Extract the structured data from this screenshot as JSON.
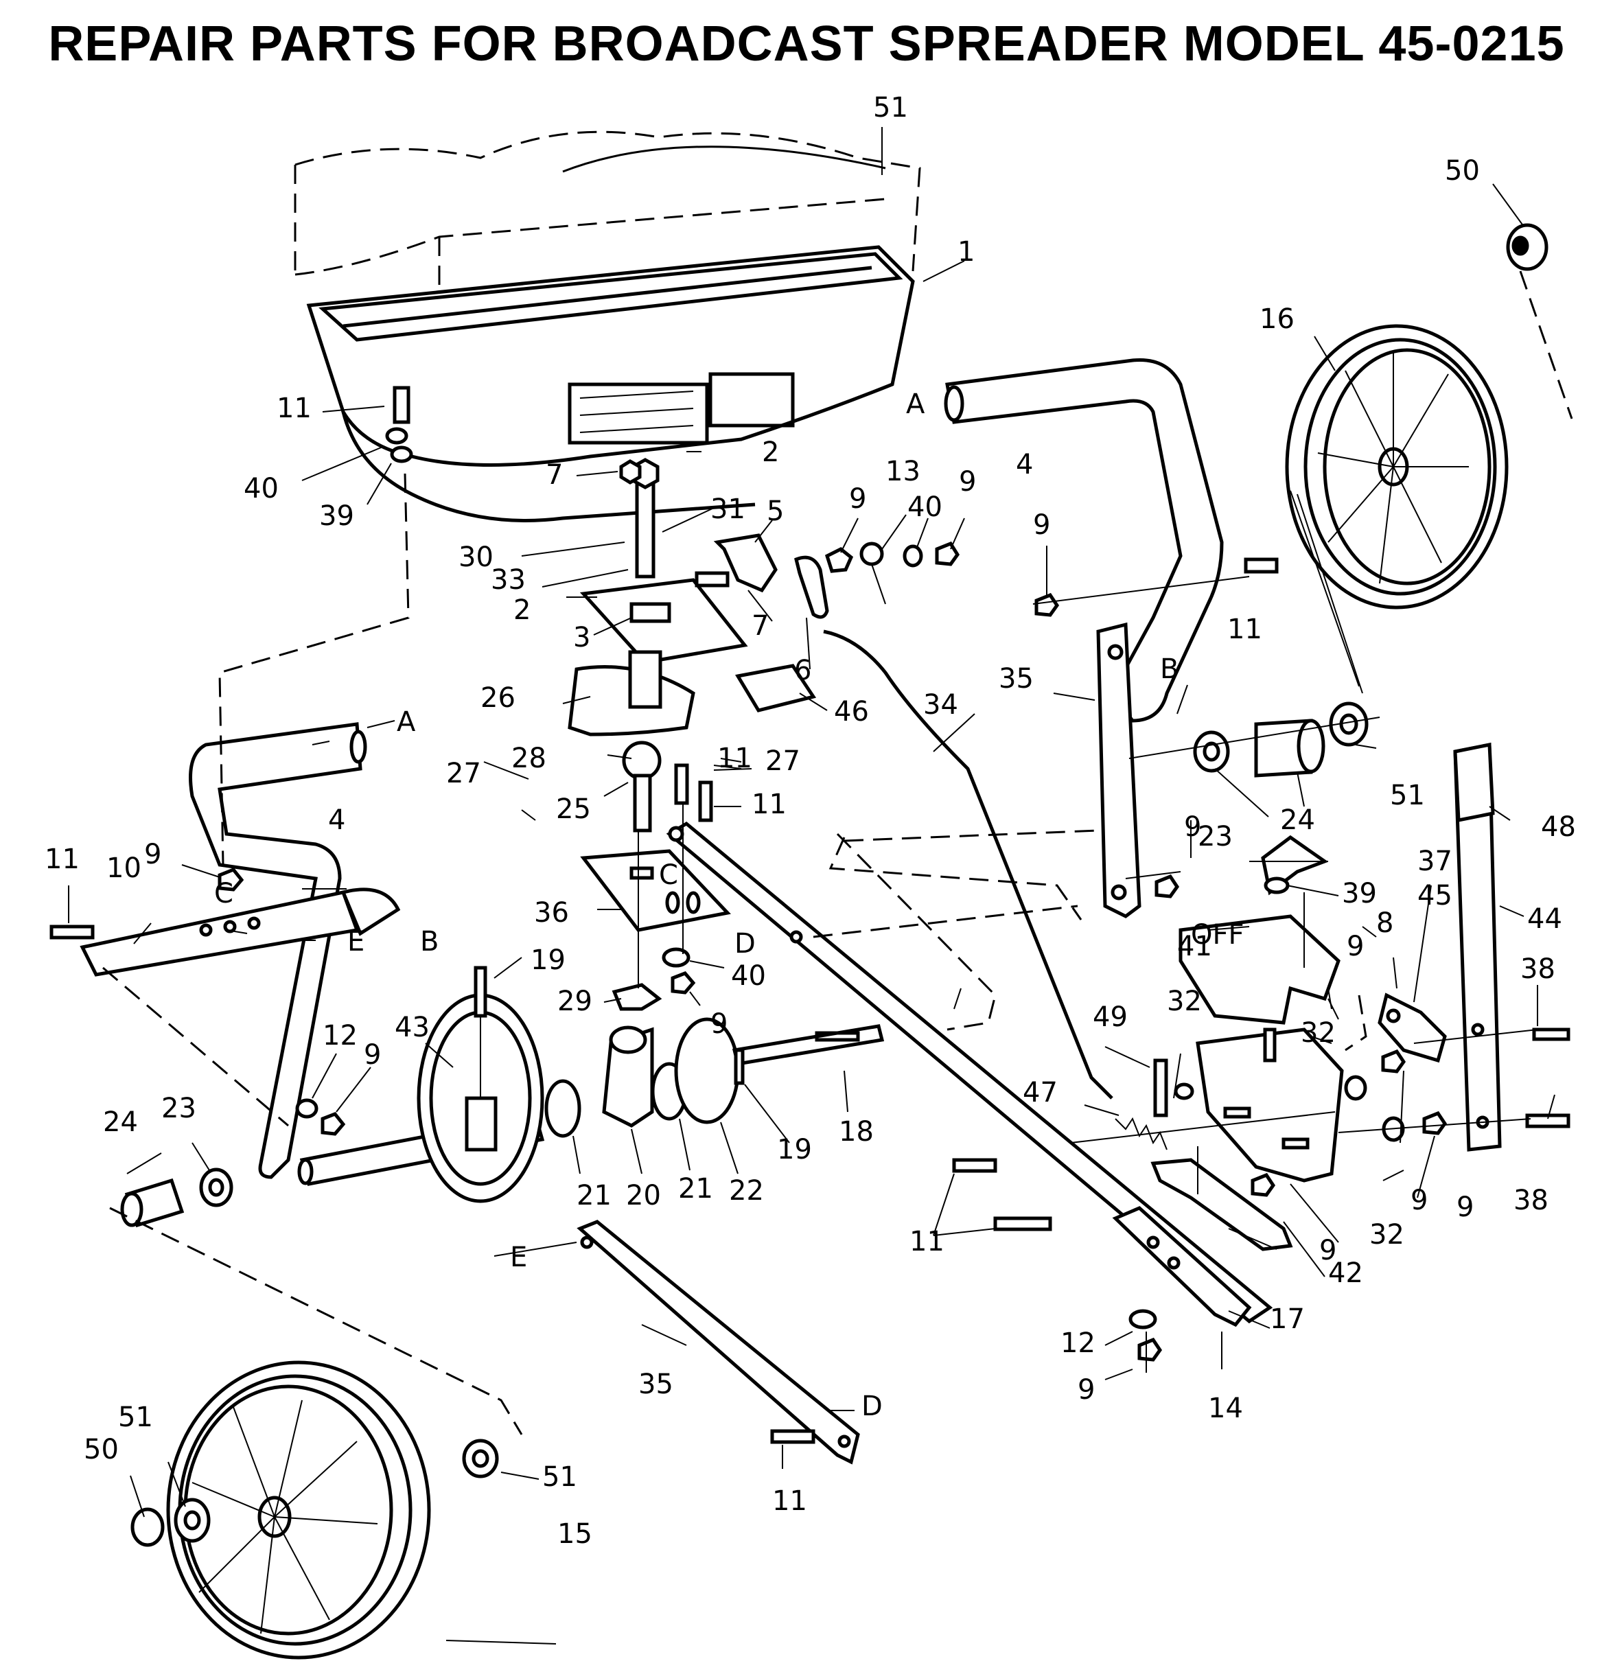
{
  "title": "REPAIR PARTS FOR BROADCAST SPREADER MODEL 45-0215",
  "callouts": {
    "c1": "1",
    "c2a": "2",
    "c2b": "2",
    "c3": "3",
    "c4a": "4",
    "c4b": "4",
    "c5": "5",
    "c6": "6",
    "c7a": "7",
    "c7b": "7",
    "c8": "8",
    "c9a": "9",
    "c9b": "9",
    "c9c": "9",
    "c9d": "9",
    "c9e": "9",
    "c9f": "9",
    "c9g": "9",
    "c9h": "9",
    "c9i": "9",
    "c9j": "9",
    "c9k": "9",
    "c9l": "9",
    "c10": "10",
    "c11a": "11",
    "c11b": "11",
    "c11c": "11",
    "c11d": "11",
    "c11e": "11",
    "c11f": "11",
    "c11g": "11",
    "c12a": "12",
    "c12b": "12",
    "c13": "13",
    "c14": "14",
    "c15": "15",
    "c16": "16",
    "c17": "17",
    "c18": "18",
    "c19a": "19",
    "c19b": "19",
    "c20": "20",
    "c21a": "21",
    "c21b": "21",
    "c22": "22",
    "c23a": "23",
    "c23b": "23",
    "c24a": "24",
    "c24b": "24",
    "c25": "25",
    "c26": "26",
    "c27a": "27",
    "c27b": "27",
    "c28": "28",
    "c29": "29",
    "c30": "30",
    "c31": "31",
    "c32a": "32",
    "c32b": "32",
    "c32c": "32",
    "c33": "33",
    "c34": "34",
    "c35a": "35",
    "c35b": "35",
    "c36": "36",
    "c37": "37",
    "c38a": "38",
    "c38b": "38",
    "c39a": "39",
    "c39b": "39",
    "c40a": "40",
    "c40b": "40",
    "c40c": "40",
    "c41": "41",
    "c42": "42",
    "c43": "43",
    "c44": "44",
    "c45": "45",
    "c46": "46",
    "c47": "47",
    "c48": "48",
    "c49": "49",
    "c50a": "50",
    "c50b": "50",
    "c51a": "51",
    "c51b": "51",
    "c51c": "51",
    "c51d": "51"
  },
  "refs": {
    "a1": "A",
    "a2": "A",
    "b1": "B",
    "b2": "B",
    "c1": "C",
    "c2": "C",
    "d1": "D",
    "d2": "D",
    "e1": "E",
    "e2": "E"
  },
  "switch_text": "OFF"
}
